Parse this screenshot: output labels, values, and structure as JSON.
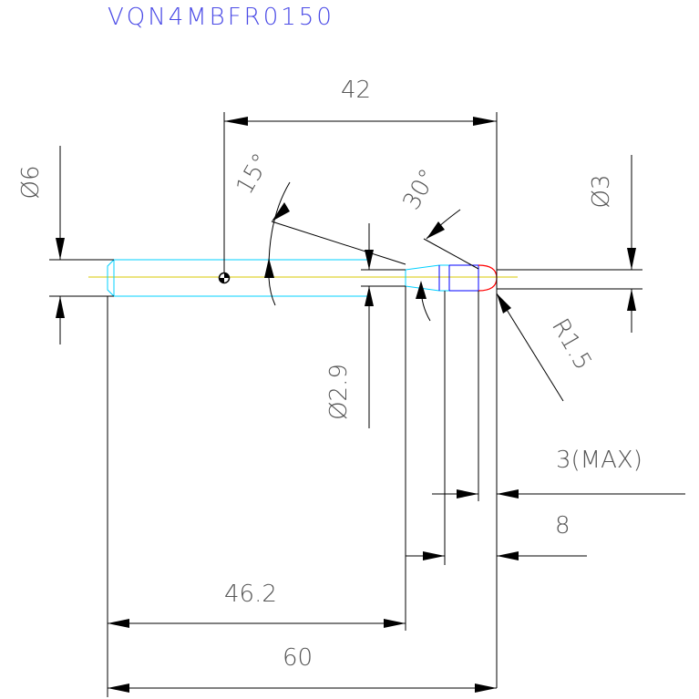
{
  "title": "VQN4MBFR0150",
  "dimensions": {
    "overall_length": "60",
    "shank_length": "46.2",
    "reach_42": "42",
    "flute_8": "8",
    "flute_max": "3(MAX)",
    "shank_dia": "Ø6",
    "neck_dia": "Ø2.9",
    "cutter_dia": "Ø3",
    "radius": "R1.5",
    "angle_15": "15°",
    "angle_30": "30°"
  },
  "colors": {
    "title": "#4a4ae6",
    "shank_outline": "#00d0ff",
    "cutter_outline": "#0000ff",
    "ball_nose": "#ff0000",
    "centerline": "#d8c800",
    "dimension_lines": "#000000"
  }
}
